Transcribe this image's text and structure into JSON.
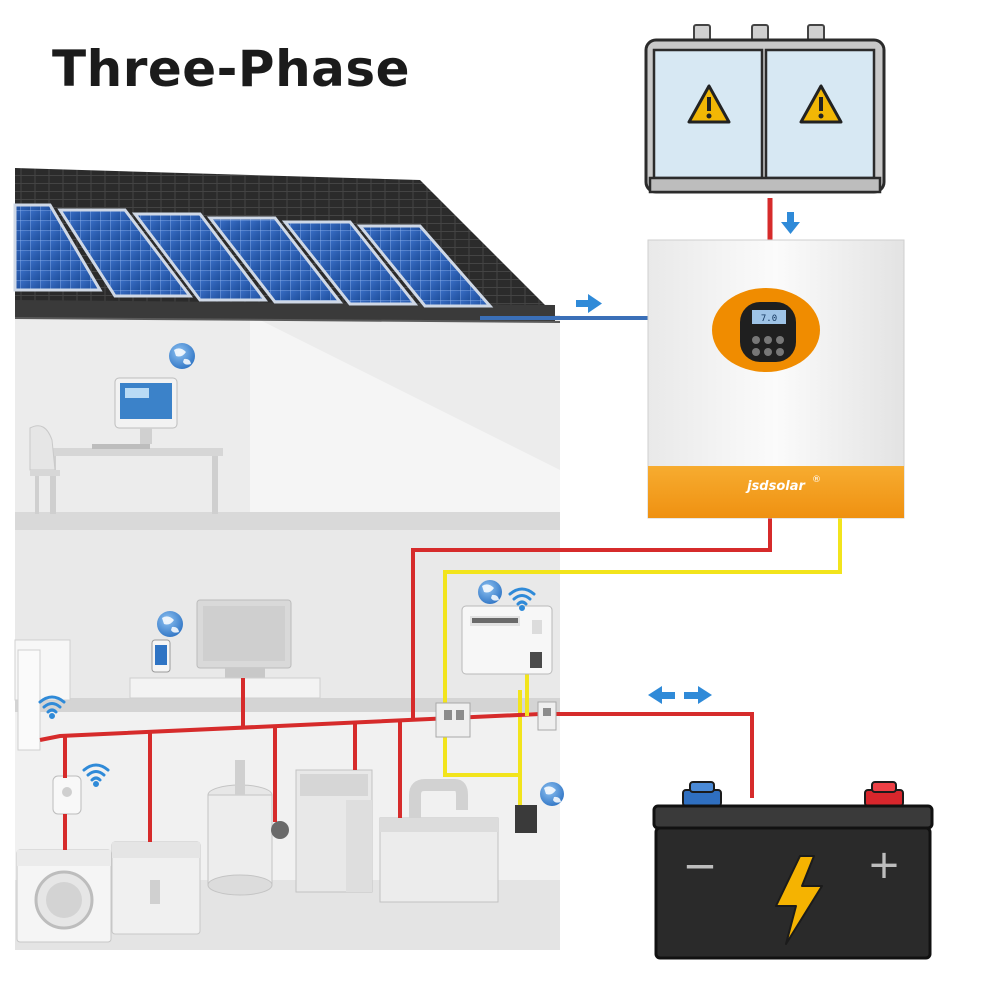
{
  "title": "Three-Phase",
  "inverter": {
    "brand": "jsdsolar",
    "trademark": "®",
    "lcd_reading": "7.0",
    "panel_colors": {
      "body": "#f4f4f4",
      "band": "#f39c12",
      "accent": "#f08c00",
      "display": "#1f1f1f"
    }
  },
  "battery": {
    "minus": "−",
    "plus": "+",
    "colors": {
      "body": "#2a2a2a",
      "neg_terminal": "#2f6fc0",
      "pos_terminal": "#d8262c",
      "bolt": "#f5b301"
    }
  },
  "wires": {
    "ac": "#d62b2b",
    "dc": "#f2e41c",
    "pv": "#3a6fb8"
  },
  "flow_arrows": [
    {
      "name": "grid-to-inverter",
      "direction": "down"
    },
    {
      "name": "pv-to-inverter",
      "direction": "right"
    },
    {
      "name": "battery-bidirectional",
      "direction": "both"
    }
  ],
  "icons": [
    "globe-icon",
    "wifi-icon",
    "warning-icon",
    "lightning-icon"
  ]
}
